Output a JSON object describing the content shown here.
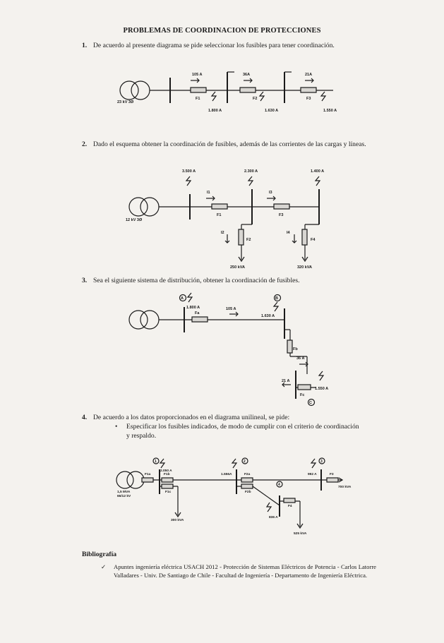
{
  "title": "PROBLEMAS DE COORDINACION DE PROTECCIONES",
  "problems": [
    {
      "number": "1.",
      "text": "De acuerdo al presente diagrama se pide seleccionar los fusibles para tener coordinación."
    },
    {
      "number": "2.",
      "text": "Dado el esquema obtener la coordinación de fusibles, además de las corrientes de las cargas y líneas."
    },
    {
      "number": "3.",
      "text": "Sea el siguiente sistema de distribución, obtener la coordinación de fusibles."
    },
    {
      "number": "4.",
      "text": "De acuerdo a los datos proporcionados en el diagrama unilineal, se pide:"
    }
  ],
  "problem4_bullet": {
    "symbol": "•",
    "text": "Especificar los fusibles indicados, de modo de cumplir con el criterio de coordinación y respaldo."
  },
  "diagram1": {
    "source": "23 kV 3Ø",
    "currents": [
      "105 A",
      "36A",
      "21A"
    ],
    "fuses": [
      "F1",
      "F2",
      "F3"
    ],
    "faults": [
      "1.800 A",
      "1.630 A",
      "1.550 A"
    ]
  },
  "diagram2": {
    "source": "12 kV 3Ø",
    "faults": [
      "3.500 A",
      "2.300 A",
      "1.400 A"
    ],
    "currents": [
      "I1",
      "I3",
      "I2",
      "I4"
    ],
    "fuses": [
      "F1",
      "F3",
      "F2",
      "F4"
    ],
    "loads": [
      "250 kVA",
      "320 kVA"
    ]
  },
  "diagram3": {
    "nodes": [
      "A",
      "B",
      "C"
    ],
    "faults": [
      "1.800 A",
      "1.630 A",
      "1.550 A"
    ],
    "currents": [
      "105 A",
      "36 A",
      "21 A"
    ],
    "fuses": [
      "Fa",
      "Fb",
      "Fc"
    ]
  },
  "diagram4": {
    "source_top": "1,5 MVA",
    "source_bottom": "66/12 kV",
    "nodes": [
      "1",
      "2",
      "3",
      "4"
    ],
    "faults": [
      "2.050 A",
      "1.556A",
      "992 A",
      "836 A"
    ],
    "fuses": [
      "F1a",
      "F1b",
      "F1c",
      "F2a",
      "F2b",
      "F3",
      "F4"
    ],
    "loads": [
      "700 kVA",
      "300 kVA",
      "525 kVA"
    ]
  },
  "bibliography": {
    "heading": "Bibliografía",
    "check": "✓",
    "entry": "Apuntes ingeniería eléctrica USACH 2012 - Protección de Sistemas Eléctricos de Potencia - Carlos Latorre Valladares - Univ. De Santiago de Chile - Facultad de Ingeniería - Departamento de Ingeniería Eléctrica."
  }
}
